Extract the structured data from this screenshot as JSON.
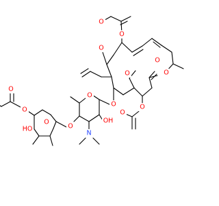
{
  "colors": {
    "oxygen": "#ff0000",
    "nitrogen": "#2040ff",
    "carbon": "#000000",
    "background": "#ffffff"
  },
  "labels": {
    "o_propanoate_carbonyl": "O",
    "o_propanoate_ester": "O",
    "o_aldehyde": "O",
    "o_lactone_carbonyl": "O",
    "o_lactone_ring": "O",
    "o_methoxy": "O",
    "o_acetate_ester": "O",
    "o_acetate_carbonyl": "O",
    "o_glycosidic_1": "O",
    "o_sugar1_ring": "O",
    "o_hydroxy_1": "OH",
    "n_dimethylamino": "N",
    "o_glycosidic_2": "O",
    "o_sugar2_ring": "O",
    "o_hydroxy_2": "HO",
    "o_isovalerate_ester": "O",
    "o_isovalerate_carbonyl": "O"
  }
}
